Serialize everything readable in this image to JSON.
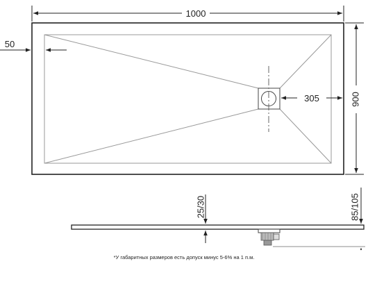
{
  "dimensions": {
    "length": "1000",
    "width": "900",
    "edge_offset": "50",
    "drain_offset": "305",
    "tray_thickness": "25/30",
    "total_height": "85/105"
  },
  "footnote": "*У габаритных размеров есть допуск минус  5-6% на 1 п.м.",
  "colors": {
    "line": "#222222",
    "light_line": "#aaaaaa",
    "fill": "#ffffff",
    "siphon": "#bbbbbb"
  }
}
